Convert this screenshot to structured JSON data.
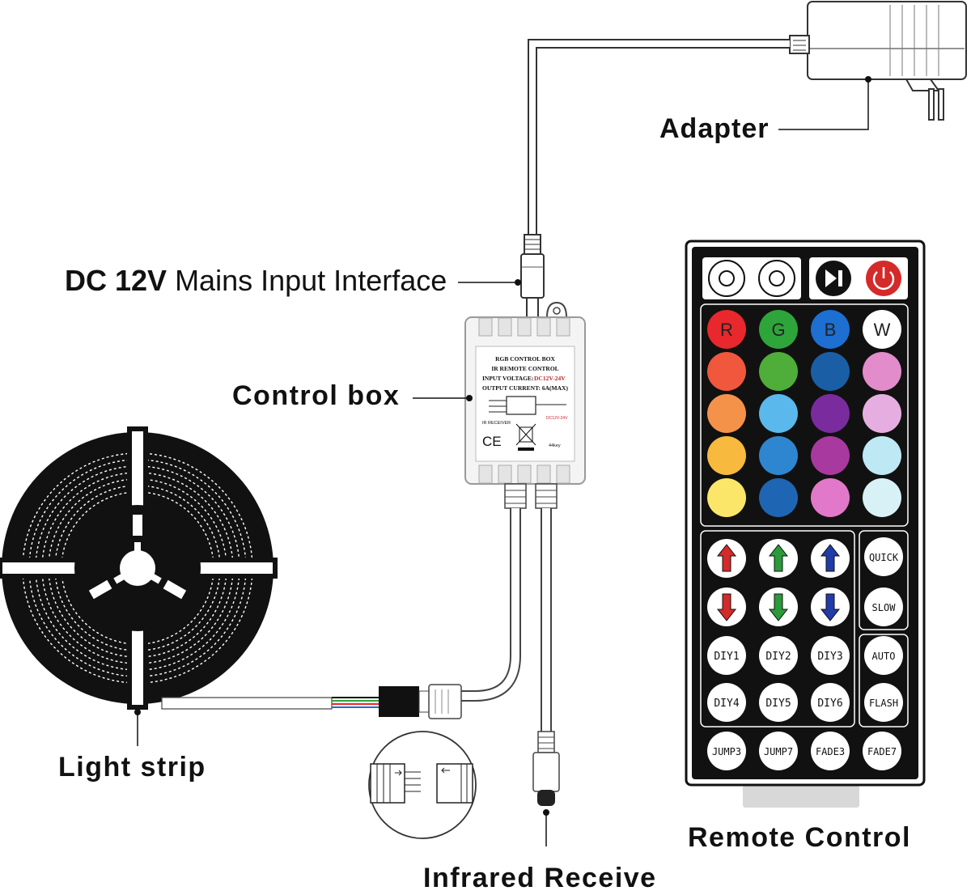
{
  "labels": {
    "adapter": "Adapter",
    "dc_bold": "DC 12V",
    "dc_rest": " Mains Input Interface",
    "control_box": "Control box",
    "light_strip": "Light strip",
    "remote_control": "Remote Control",
    "infrared_receive": "Infrared Receive"
  },
  "control_box_text": {
    "line1": "RGB CONTROL BOX",
    "line2": "IR REMOTE CONTROL",
    "line3_label": "INPUT VOLTAGE:",
    "line3_value": "DC12V-24V",
    "line4": "OUTPUT CURRENT: 6A(MAX)",
    "ir_receiver": "IR RECEIVER",
    "ce": "CE",
    "key_count": "44key",
    "small_voltage": "DC12V-24V"
  },
  "remote": {
    "color_row_labels": [
      "R",
      "G",
      "B",
      "W"
    ],
    "color_grid": [
      [
        "#e8282c",
        "#2ea53a",
        "#1d6fd1",
        "#ffffff"
      ],
      [
        "#f0573c",
        "#4fad3a",
        "#1a5fa6",
        "#e38ccb"
      ],
      [
        "#f4924a",
        "#5ab8ec",
        "#7a2b9e",
        "#e6aee0"
      ],
      [
        "#f7b93e",
        "#2f86d0",
        "#a8399f",
        "#bfe8f5"
      ],
      [
        "#fbe66a",
        "#1e66b3",
        "#e278c9",
        "#d8f1f6"
      ]
    ],
    "speed_buttons": [
      "QUICK",
      "SLOW"
    ],
    "diy_buttons": [
      "DIY1",
      "DIY2",
      "DIY3",
      "DIY4",
      "DIY5",
      "DIY6"
    ],
    "mode_buttons": [
      "AUTO",
      "FLASH"
    ],
    "effect_buttons": [
      "JUMP3",
      "JUMP7",
      "FADE3",
      "FADE7"
    ],
    "arrow_colors": [
      "#d42a2a",
      "#2a9a3a",
      "#1f3ca8"
    ]
  }
}
